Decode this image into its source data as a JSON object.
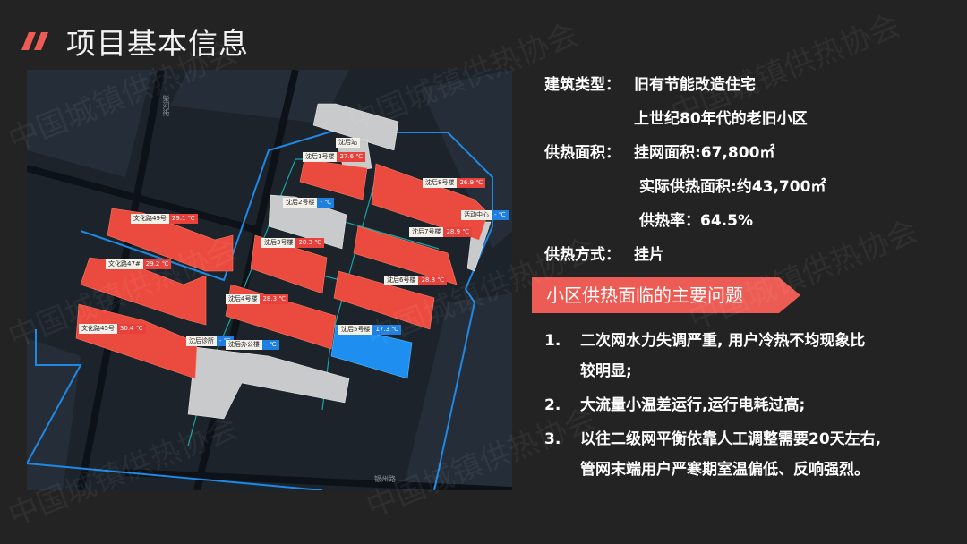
{
  "title": "项目基本信息",
  "map": {
    "roads": [
      "柴河街",
      "银州路"
    ],
    "station": "沈后站",
    "buildings": [
      {
        "name": "沈后1号楼",
        "temp": "27.6 ℃"
      },
      {
        "name": "沈后8号楼",
        "temp": "26.9 ℃"
      },
      {
        "name": "沈后2号楼",
        "temp": "- ℃"
      },
      {
        "name": "活动中心",
        "temp": "- ℃"
      },
      {
        "name": "文化路49号",
        "temp": "29.1 ℃"
      },
      {
        "name": "沈后7号楼",
        "temp": "28.9 ℃"
      },
      {
        "name": "沈后3号楼",
        "temp": "28.3 ℃"
      },
      {
        "name": "文化路47#",
        "temp": "29.2 ℃"
      },
      {
        "name": "沈后6号楼",
        "temp": "28.8 ℃"
      },
      {
        "name": "沈后4号楼",
        "temp": "28.3 ℃"
      },
      {
        "name": "文化路45号",
        "temp": "30.4 ℃"
      },
      {
        "name": "沈后5号楼",
        "temp": "17.3 ℃"
      },
      {
        "name": "沈后诊所",
        "temp": "- ℃"
      },
      {
        "name": "沈后办公楼",
        "temp": "- ℃"
      }
    ]
  },
  "info": {
    "type_label": "建筑类型：",
    "type_value": "旧有节能改造住宅",
    "type_value2": "上世纪80年代的老旧小区",
    "area_label": "供热面积：",
    "area_value": "挂网面积:67,800㎡",
    "area_value2": "实际供热面积:约43,700㎡",
    "area_value3": "供热率：64.5%",
    "method_label": "供热方式：",
    "method_value": "挂片"
  },
  "problems": {
    "heading": "小区供热面临的主要问题",
    "items": [
      {
        "num": "1.",
        "lines": [
          "二次网水力失调严重, 用户冷热不均现象比",
          "较明显;"
        ]
      },
      {
        "num": "2.",
        "lines": [
          "大流量小温差运行,运行电耗过高;"
        ]
      },
      {
        "num": "3.",
        "lines": [
          "以往二级网平衡依靠人工调整需要20天左右,",
          "管网末端用户严寒期室温偏低、反响强烈。"
        ]
      }
    ]
  },
  "watermark": "中国城镇供热协会",
  "colors": {
    "accent": "#ec5c54",
    "hot": "#e8403a",
    "cold": "#1e7fe0",
    "background": "#232323"
  }
}
